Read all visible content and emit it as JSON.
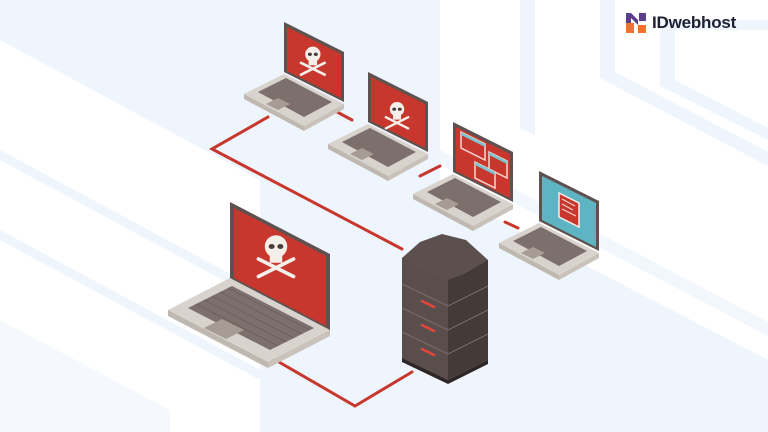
{
  "brand": {
    "name": "IDwebhost",
    "colors": {
      "orange": "#f0722c",
      "purple": "#5b3d8f",
      "text": "#1f1f33"
    }
  },
  "illustration": {
    "subject": "infected network",
    "colors": {
      "background": "#eef5fd",
      "background_stripe": "#ffffff",
      "screen_red": "#c8372d",
      "screen_teal": "#5fb4c4",
      "laptop_body": "#d8d3cc",
      "laptop_keyboard": "#7d6f6c",
      "laptop_bezel": "#5e514f",
      "server_body": "#4f4442",
      "server_top": "#5c504e",
      "server_led": "#e0473a",
      "cable": "#c8372d"
    },
    "nodes": [
      {
        "id": "laptop-1",
        "screen": "skull",
        "status": "infected"
      },
      {
        "id": "laptop-2",
        "screen": "skull",
        "status": "infected"
      },
      {
        "id": "laptop-3",
        "screen": "error-windows",
        "status": "infected"
      },
      {
        "id": "laptop-4",
        "screen": "error-window-teal",
        "status": "infected"
      },
      {
        "id": "laptop-main",
        "screen": "skull",
        "status": "infected"
      },
      {
        "id": "server",
        "type": "server",
        "units": 4
      }
    ]
  }
}
